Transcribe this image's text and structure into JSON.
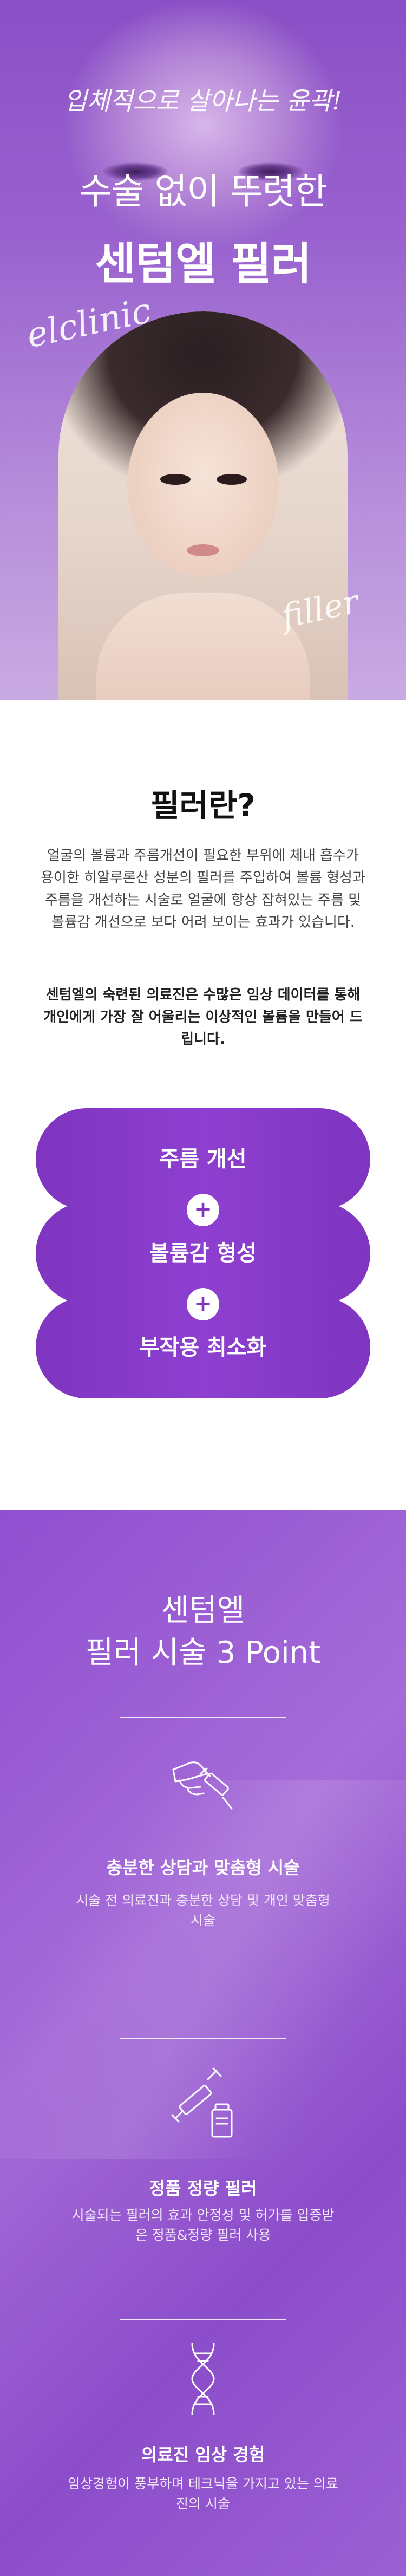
{
  "hero": {
    "script_text": "입체적으로 살아나는 윤곽!",
    "subtitle": "수술 없이 뚜렷한",
    "title": "센텀엘 필러",
    "side_text_1": "elclinic",
    "side_text_2": "filler"
  },
  "intro": {
    "title": "필러란?",
    "description": "얼굴의 볼륨과 주름개선이 필요한 부위에 체내 흡수가 용이한 히알루론산 성분의 필러를 주입하여 볼륨 형성과 주름을 개선하는 시술로 얼굴에 항상 잡혀있는 주름 및 볼륨감 개선으로 보다 어려 보이는 효과가 있습니다.",
    "emphasis": "센텀엘의 숙련된 의료진은 수많은 임상 데이터를 통해 개인에게 가장 잘 어울리는 이상적인 볼륨을 만들어 드립니다.",
    "benefits": [
      {
        "label": "주름 개선"
      },
      {
        "label": "볼륨감 형성"
      },
      {
        "label": "부작용 최소화"
      }
    ],
    "plus_symbol": "+"
  },
  "points": {
    "title_line1": "센텀엘",
    "title_line2": "필러 시술 3 Point",
    "items": [
      {
        "icon": "syringe-hand-icon",
        "heading": "충분한 상담과 맞춤형 시술",
        "body": "시술 전 의료진과 충분한 상담 및 개인 맞춤형 시술"
      },
      {
        "icon": "syringe-vial-icon",
        "heading": "정품 정량 필러",
        "body": "시술되는 필러의 효과 안정성 및 허가를 입증받은 정품&정량 필러 사용"
      },
      {
        "icon": "dna-icon",
        "heading": "의료진 임상 경험",
        "body": "임상경험이 풍부하며 테크닉을 가지고 있는 의료진의 시술"
      }
    ]
  },
  "colors": {
    "brand_purple": "#7f35c0",
    "section_purple": "#9a5ad2",
    "text_dark": "#111111"
  }
}
